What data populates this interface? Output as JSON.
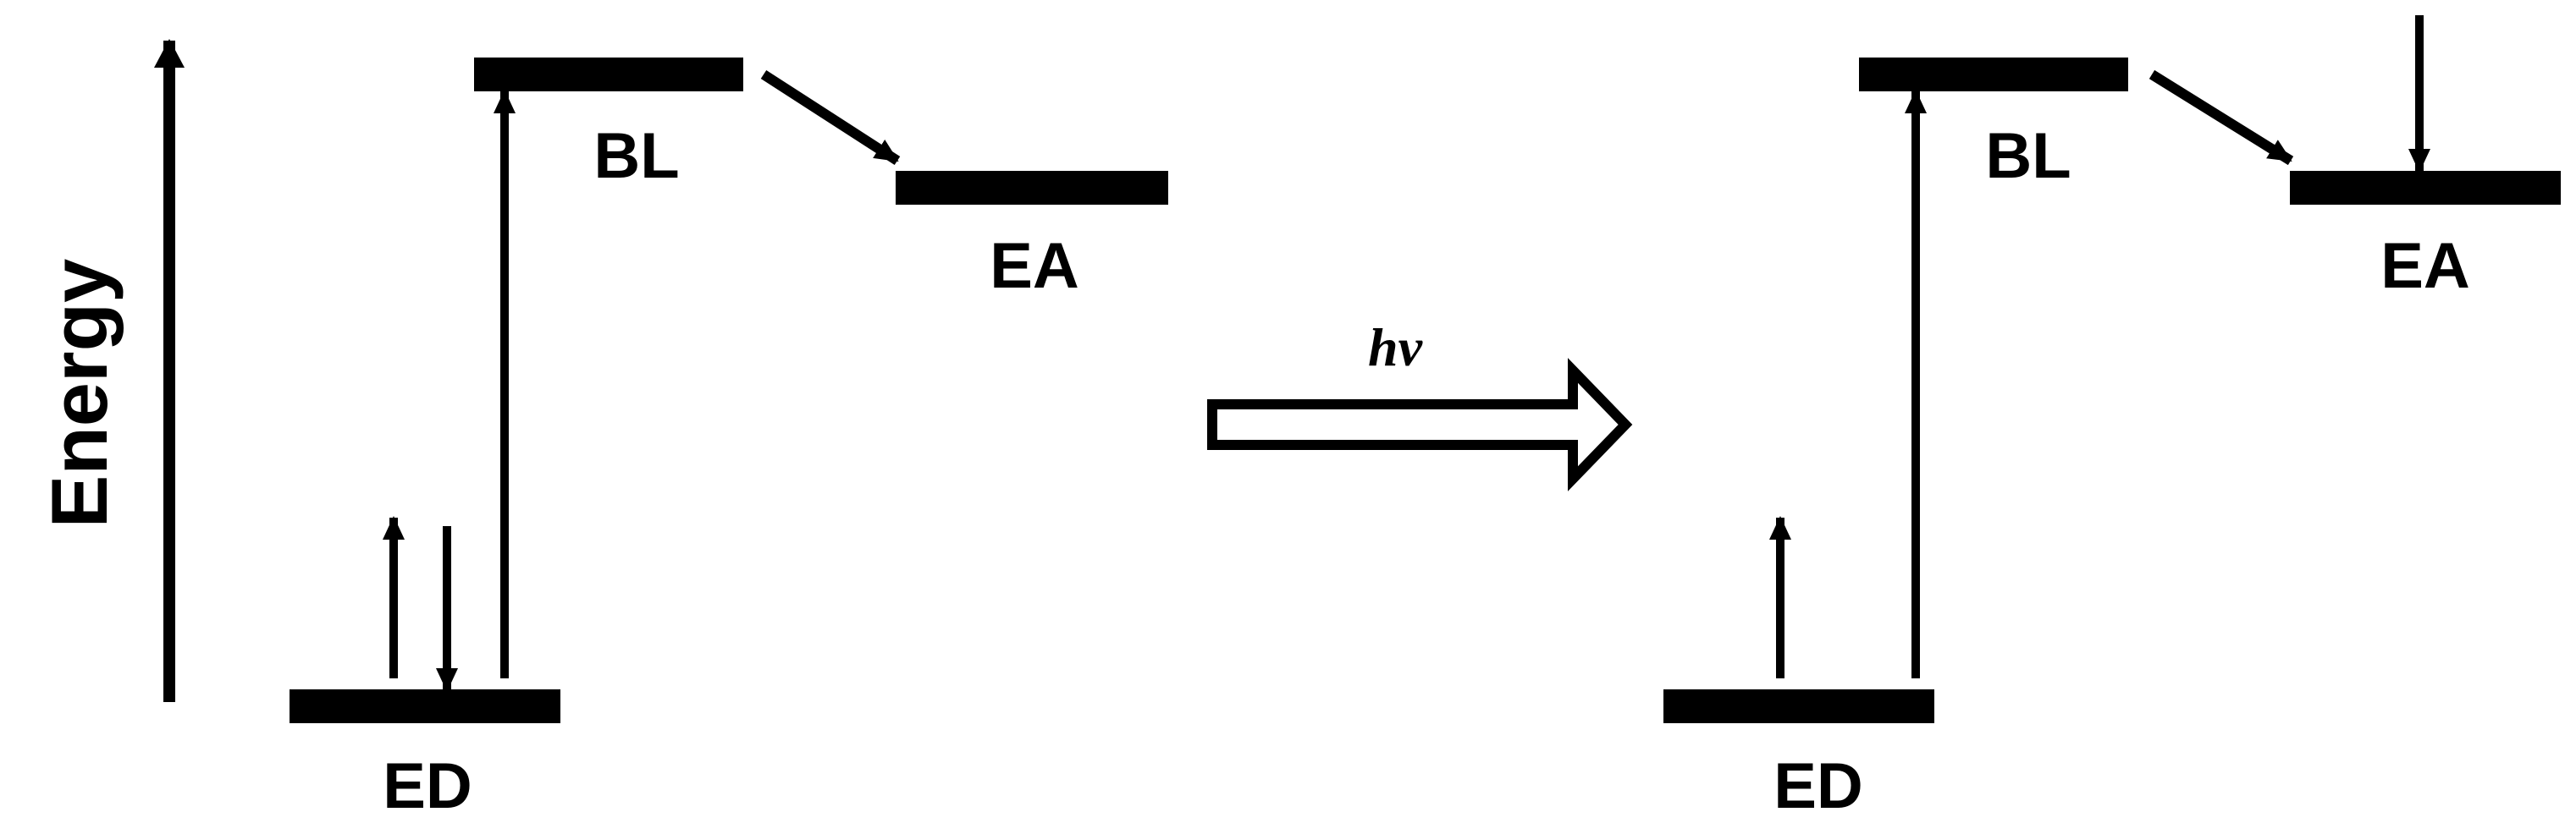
{
  "axis": {
    "label": "Energy"
  },
  "left_panel": {
    "donor_label": "ED",
    "bridge_label": "BL",
    "acceptor_label": "EA"
  },
  "transition": {
    "label": "hv"
  },
  "right_panel": {
    "donor_label": "ED",
    "bridge_label": "BL",
    "acceptor_label": "EA"
  },
  "colors": {
    "ink": "#000000",
    "background": "#ffffff"
  }
}
